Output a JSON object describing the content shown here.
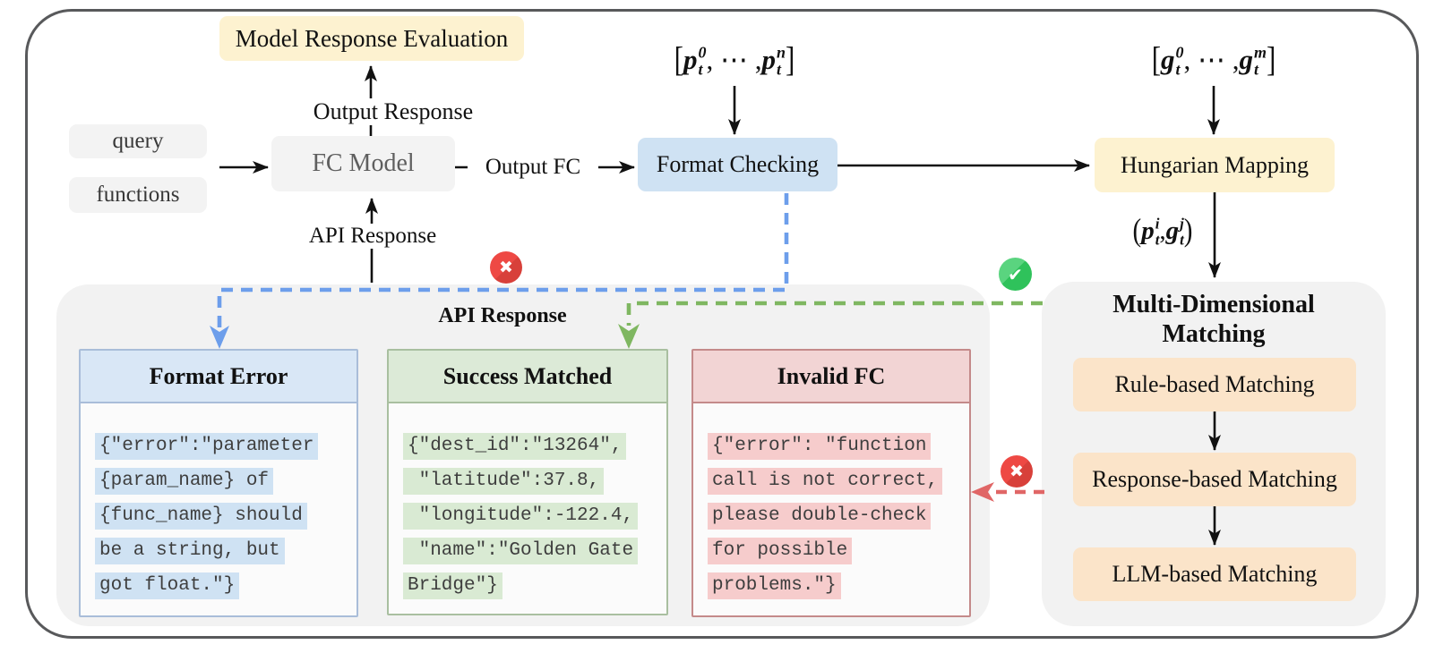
{
  "colors": {
    "frame_border": "#58595b",
    "yellow_box": "#fdf2d0",
    "blue_box": "#cfe2f3",
    "gray_box": "#f3f3f3",
    "orange_box": "#fbe4c9",
    "panel_gray": "#f2f2f2",
    "blue_dash": "#6d9eeb",
    "green_dash": "#7fb761",
    "red_dash": "#e06666",
    "check_green": "#2fc25b",
    "cross_red": "#ee4944",
    "card_blue_border": "#a9bdd9",
    "card_blue_header": "#d9e7f6",
    "card_blue_highlight": "#cfe2f3",
    "card_green_border": "#a9bfa0",
    "card_green_header": "#dcead7",
    "card_green_highlight": "#d9ead3",
    "card_red_border": "#c48a8a",
    "card_red_header": "#f2d4d4",
    "card_red_highlight": "#f6cccc",
    "code_text": "#3e3e3e"
  },
  "nodes": {
    "model_response_eval": {
      "label": "Model Response Evaluation"
    },
    "query": {
      "label": "query"
    },
    "functions": {
      "label": "functions"
    },
    "fc_model": {
      "label": "FC Model"
    },
    "format_checking": {
      "label": "Format Checking"
    },
    "hungarian_mapping": {
      "label": "Hungarian Mapping"
    }
  },
  "edge_labels": {
    "output_response": "Output Response",
    "api_response": "API Response",
    "output_fc": "Output FC"
  },
  "math": {
    "pred_list": [
      {
        "t": "[",
        "brk": true
      },
      {
        "v": "p",
        "sup": "0",
        "sub": "t"
      },
      {
        "t": ", ⋯ ,"
      },
      {
        "v": "p",
        "sup": "n",
        "sub": "t"
      },
      {
        "t": "]",
        "brk": true
      }
    ],
    "gold_list": [
      {
        "t": "[",
        "brk": true
      },
      {
        "v": "g",
        "sup": "0",
        "sub": "t"
      },
      {
        "t": ", ⋯ ,"
      },
      {
        "v": "g",
        "sup": "m",
        "sub": "t"
      },
      {
        "t": "]",
        "brk": true
      }
    ],
    "matched_pair": [
      {
        "t": "(",
        "brk": true
      },
      {
        "v": "p",
        "sup": "i",
        "sub": "t"
      },
      {
        "t": ","
      },
      {
        "v": "g",
        "sup": "j",
        "sub": "t"
      },
      {
        "t": ")",
        "brk": true
      }
    ]
  },
  "status_icons": {
    "failure_cross": "✖",
    "success_check": "✔"
  },
  "api_response_panel": {
    "title": "API Response",
    "cards": [
      {
        "title": "Format Error",
        "lines": [
          "{\"error\":\"parameter",
          "{param_name} of",
          "{func_name} should",
          "be a string, but",
          "got float.\"}"
        ]
      },
      {
        "title": "Success Matched",
        "lines": [
          "{\"dest_id\":\"13264\",",
          " \"latitude\":37.8,",
          " \"longitude\":-122.4,",
          " \"name\":\"Golden Gate",
          "Bridge\"}"
        ]
      },
      {
        "title": "Invalid FC",
        "lines": [
          "{\"error\": \"function",
          "call is not correct,",
          "please double-check",
          "for possible",
          "problems.\"}"
        ]
      }
    ]
  },
  "matching_panel": {
    "title_lines": [
      "Multi-Dimensional",
      "Matching"
    ],
    "steps": [
      "Rule-based Matching",
      "Response-based Matching",
      "LLM-based Matching"
    ]
  }
}
